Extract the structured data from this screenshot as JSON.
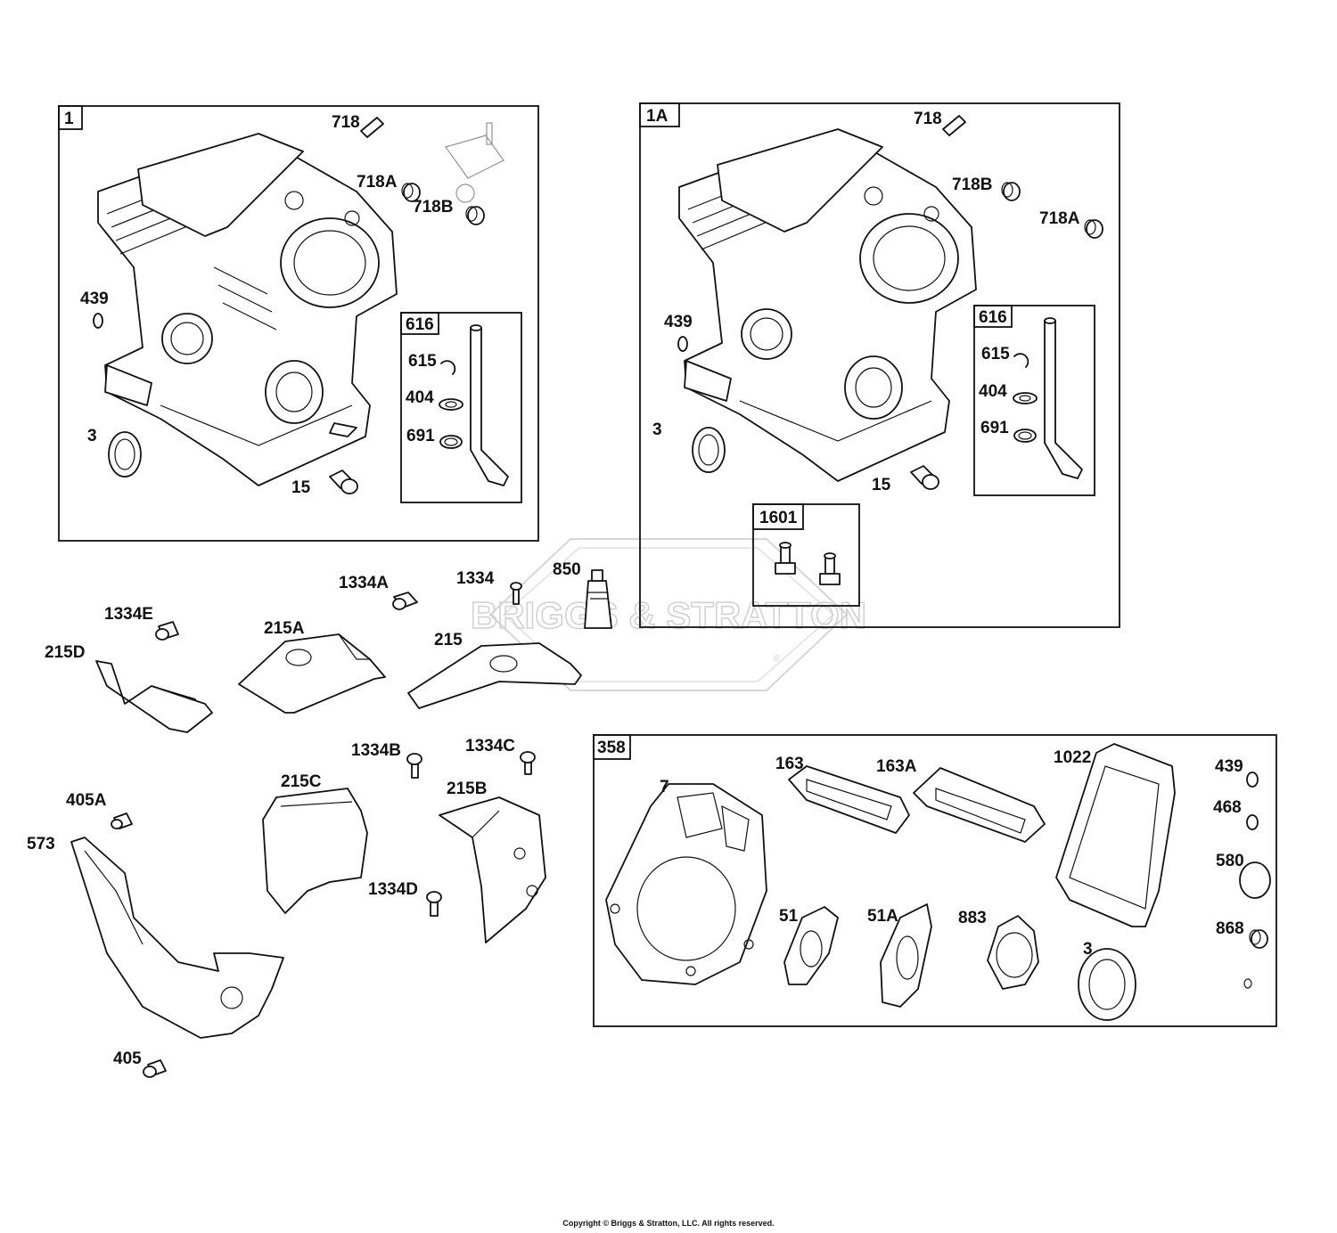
{
  "watermark": {
    "text": "BRIGGS & STRATTON",
    "registered": "®"
  },
  "copyright": "Copyright © Briggs & Stratton, LLC. All rights reserved.",
  "boxes": {
    "box_1": "1",
    "box_1a": "1A",
    "box_616_left": "616",
    "box_616_right": "616",
    "box_1601": "1601",
    "box_358": "358"
  },
  "labels": {
    "l718_a": "718",
    "l718A_a": "718A",
    "l718B_a": "718B",
    "l439_a": "439",
    "l3_a": "3",
    "l15_a": "15",
    "l615_a": "615",
    "l404_a": "404",
    "l691_a": "691",
    "l718_b": "718",
    "l718B_b": "718B",
    "l718A_b": "718A",
    "l439_b": "439",
    "l3_b": "3",
    "l15_b": "15",
    "l615_b": "615",
    "l404_b": "404",
    "l691_b": "691",
    "l850": "850",
    "l1334": "1334",
    "l1334A": "1334A",
    "l1334E": "1334E",
    "l215A": "215A",
    "l215": "215",
    "l215D": "215D",
    "l1334B": "1334B",
    "l1334C": "1334C",
    "l215C": "215C",
    "l215B": "215B",
    "l1334D": "1334D",
    "l405A": "405A",
    "l573": "573",
    "l405": "405",
    "l7": "7",
    "l163": "163",
    "l163A": "163A",
    "l1022": "1022",
    "l439_c": "439",
    "l468": "468",
    "l580": "580",
    "l868": "868",
    "l51": "51",
    "l51A": "51A",
    "l883": "883",
    "l3_c": "3"
  }
}
